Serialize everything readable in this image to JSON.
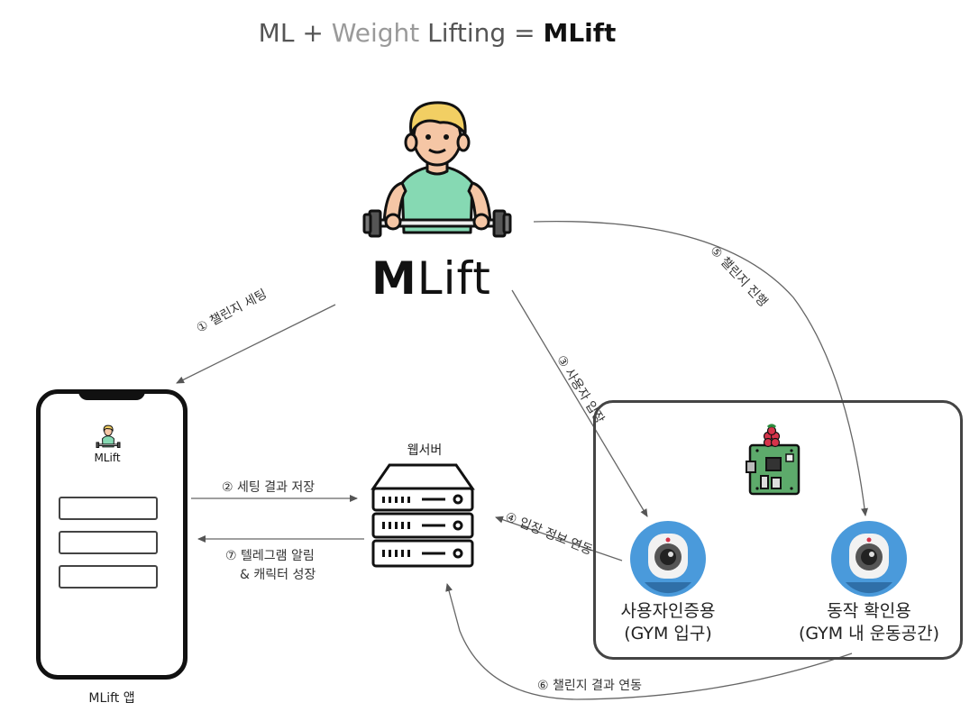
{
  "title": {
    "part1": "ML + ",
    "part2": "Weight",
    "part3": " Lifting = ",
    "part4": "MLift"
  },
  "brand": {
    "bold": "M",
    "rest": "Lift"
  },
  "phone": {
    "mini_brand": "MLift",
    "caption": "MLift 앱"
  },
  "server": {
    "label": "웹서버"
  },
  "cameras": {
    "entry": {
      "line1": "사용자인증용",
      "line2": "(GYM 입구)"
    },
    "action": {
      "line1": "동작 확인용",
      "line2": "(GYM 내 운동공간)"
    }
  },
  "steps": {
    "s1": "① 챌린지 세팅",
    "s2": "② 세팅 결과 저장",
    "s3": "③ 사용자 입장",
    "s4": "④ 입장 정보 연동",
    "s5": "⑤ 챌린지 진행",
    "s6": "⑥ 챌린지 결과 연동",
    "s7a": "⑦ 텔레그램 알림",
    "s7b": "& 캐릭터 성장"
  },
  "colors": {
    "shirt": "#86D9B3",
    "hair": "#F2CF63",
    "skin": "#F5C6A5",
    "camera": "#4A9ADB",
    "camera_dark": "#2F6FA8",
    "board": "#5DAA6B",
    "berry": "#D6334A"
  }
}
